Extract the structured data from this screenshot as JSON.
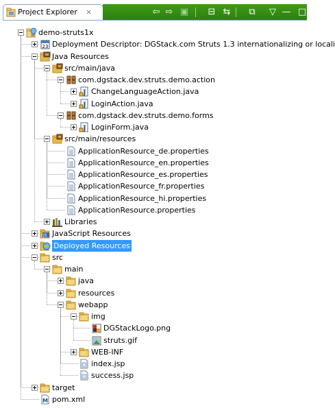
{
  "view": {
    "tab_label": "Project Explorer",
    "tab_close": "×",
    "tab_icon": "project-explorer-icon"
  },
  "toolbar": {
    "items": [
      {
        "name": "back-arrow-icon",
        "glyph": "⇦"
      },
      {
        "name": "forward-arrow-icon",
        "glyph": "⇨"
      },
      {
        "name": "go-up-folder-icon",
        "glyph": "▣"
      },
      {
        "name": "collapse-all-icon",
        "glyph": "⊟"
      },
      {
        "name": "link-with-editor-icon",
        "glyph": "⇆"
      },
      {
        "name": "filter-icon",
        "glyph": "⧉"
      },
      {
        "name": "view-menu-icon",
        "glyph": "▽"
      },
      {
        "name": "minimize-icon",
        "glyph": "—"
      },
      {
        "name": "maximize-icon",
        "glyph": "□"
      }
    ]
  },
  "tree": {
    "nodes": [
      {
        "label": "demo-struts1x",
        "icon": "web-project-icon",
        "expander": "minus",
        "depth": 0
      },
      {
        "label": "Deployment Descriptor: DGStack.com Struts 1.3 internationalizing or locali",
        "icon": "deployment-descriptor-icon",
        "expander": "plus",
        "depth": 1
      },
      {
        "label": "Java Resources",
        "icon": "java-resources-icon",
        "expander": "minus",
        "depth": 1
      },
      {
        "label": "src/main/java",
        "icon": "source-folder-icon",
        "expander": "minus",
        "depth": 2
      },
      {
        "label": "com.dgstack.dev.struts.demo.action",
        "icon": "package-icon",
        "expander": "minus",
        "depth": 3
      },
      {
        "label": "ChangeLanguageAction.java",
        "icon": "java-file-icon",
        "expander": "plus",
        "depth": 4
      },
      {
        "label": "LoginAction.java",
        "icon": "java-file-icon",
        "expander": "plus",
        "depth": 4
      },
      {
        "label": "com.dgstack.dev.struts.demo.forms",
        "icon": "package-icon",
        "expander": "minus",
        "depth": 3
      },
      {
        "label": "LoginForm.java",
        "icon": "java-file-icon",
        "expander": "plus",
        "depth": 4
      },
      {
        "label": "src/main/resources",
        "icon": "source-folder-icon",
        "expander": "minus",
        "depth": 2
      },
      {
        "label": "ApplicationResource_de.properties",
        "icon": "properties-file-icon",
        "expander": "",
        "depth": 3
      },
      {
        "label": "ApplicationResource_en.properties",
        "icon": "properties-file-icon",
        "expander": "",
        "depth": 3
      },
      {
        "label": "ApplicationResource_es.properties",
        "icon": "properties-file-icon",
        "expander": "",
        "depth": 3
      },
      {
        "label": "ApplicationResource_fr.properties",
        "icon": "properties-file-icon",
        "expander": "",
        "depth": 3
      },
      {
        "label": "ApplicationResource_hi.properties",
        "icon": "properties-file-icon",
        "expander": "",
        "depth": 3
      },
      {
        "label": "ApplicationResource.properties",
        "icon": "properties-file-icon",
        "expander": "",
        "depth": 3
      },
      {
        "label": "Libraries",
        "icon": "libraries-icon",
        "expander": "plus",
        "depth": 2
      },
      {
        "label": "JavaScript Resources",
        "icon": "javascript-resources-icon",
        "expander": "plus",
        "depth": 1
      },
      {
        "label": "Deployed Resources",
        "icon": "deployed-resources-icon",
        "expander": "plus",
        "depth": 1,
        "selected": true
      },
      {
        "label": "src",
        "icon": "folder-icon",
        "expander": "minus",
        "depth": 1
      },
      {
        "label": "main",
        "icon": "folder-icon",
        "expander": "minus",
        "depth": 2
      },
      {
        "label": "java",
        "icon": "folder-icon",
        "expander": "plus",
        "depth": 3
      },
      {
        "label": "resources",
        "icon": "folder-icon",
        "expander": "plus",
        "depth": 3
      },
      {
        "label": "webapp",
        "icon": "folder-icon",
        "expander": "minus",
        "depth": 3
      },
      {
        "label": "img",
        "icon": "folder-icon",
        "expander": "minus",
        "depth": 4
      },
      {
        "label": "DGStackLogo.png",
        "icon": "png-image-icon",
        "expander": "",
        "depth": 5
      },
      {
        "label": "struts.gif",
        "icon": "gif-image-icon",
        "expander": "",
        "depth": 5
      },
      {
        "label": "WEB-INF",
        "icon": "folder-icon",
        "expander": "plus",
        "depth": 4
      },
      {
        "label": "index.jsp",
        "icon": "jsp-file-icon",
        "expander": "",
        "depth": 4
      },
      {
        "label": "success.jsp",
        "icon": "jsp-file-icon",
        "expander": "",
        "depth": 4
      },
      {
        "label": "target",
        "icon": "folder-icon",
        "expander": "plus",
        "depth": 1
      },
      {
        "label": "pom.xml",
        "icon": "maven-pom-icon",
        "expander": "",
        "depth": 1
      }
    ]
  },
  "colors": {
    "toolbar_bg": "#2f8a10",
    "selection": "#3399ff",
    "folder": "#e8b949",
    "tab_border": "#8ca7c8"
  }
}
